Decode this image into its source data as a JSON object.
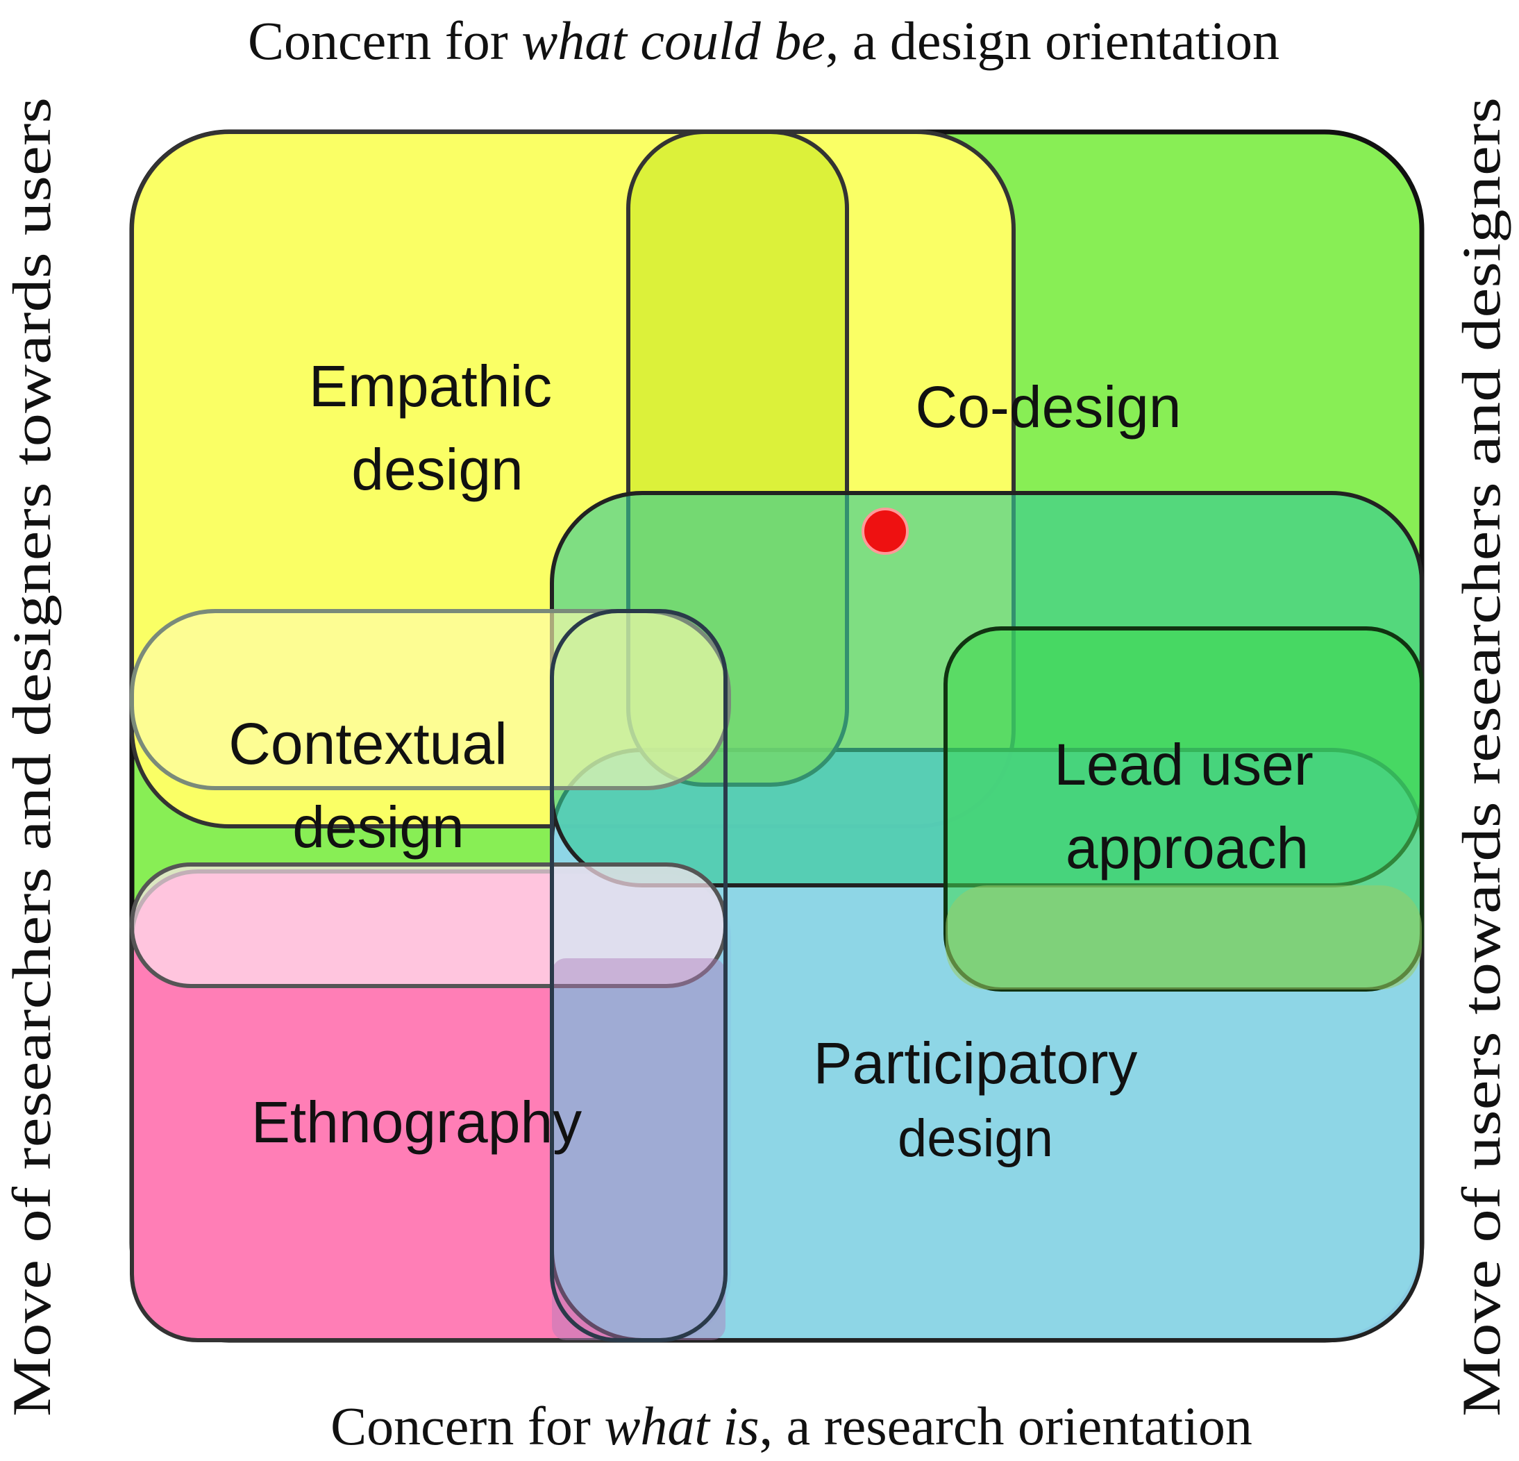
{
  "axes": {
    "top": {
      "prefix": "Concern for ",
      "emphasis": "what could be",
      "suffix": ", a design orientation"
    },
    "bottom": {
      "prefix": "Concern for ",
      "emphasis": "what is",
      "suffix": ", a research orientation"
    },
    "left": "Move of researchers and designers towards users",
    "right": "Move of users towards researchers and designers"
  },
  "regions": {
    "empathic_design": {
      "line1": "Empathic",
      "line2": "design",
      "color": "#ffff66"
    },
    "co_design": {
      "line1": "Co-design",
      "color": "#88ee55"
    },
    "contextual_design": {
      "line1": "Contextual",
      "line2": "design",
      "color": "#fffbb0"
    },
    "ethnography": {
      "line1": "Ethnography",
      "color": "#ff7eb6"
    },
    "participatory_design": {
      "line1": "Participatory",
      "line2": "design",
      "color": "#8fd4ec"
    },
    "lead_user_approach": {
      "line1": "Lead user",
      "line2": "approach",
      "color": "#3dd84f"
    }
  },
  "marker_color": "#ee1111"
}
